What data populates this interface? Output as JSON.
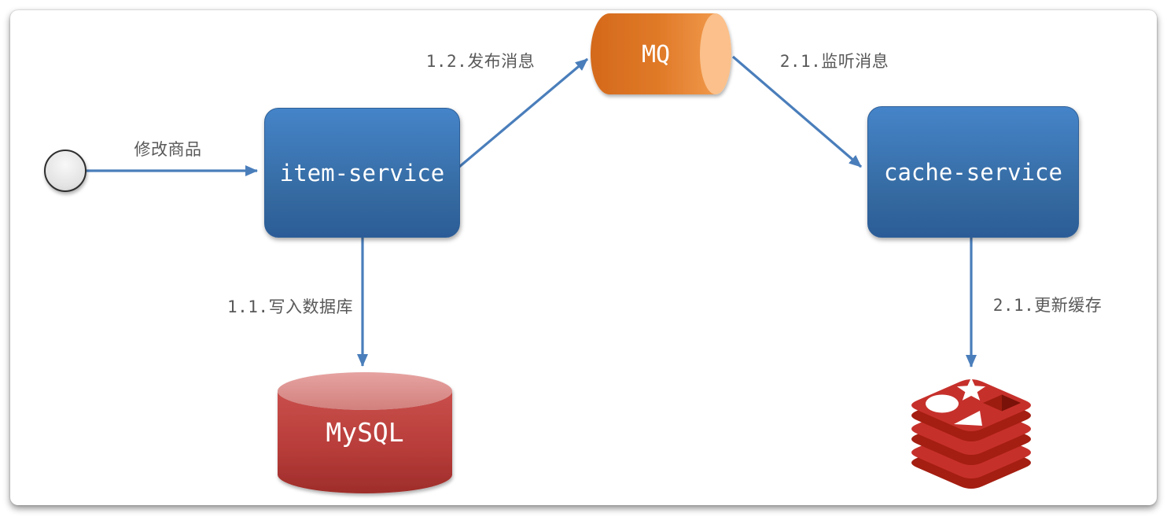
{
  "diagram": {
    "type": "architecture-flow",
    "nodes": {
      "actor": {
        "kind": "start-circle"
      },
      "item_service": {
        "label": "item-service",
        "kind": "service-box"
      },
      "mq": {
        "label": "MQ",
        "kind": "queue-cylinder"
      },
      "cache_service": {
        "label": "cache-service",
        "kind": "service-box"
      },
      "mysql": {
        "label": "MySQL",
        "kind": "database-cylinder"
      },
      "redis": {
        "kind": "redis-logo"
      }
    },
    "edges": [
      {
        "from": "actor",
        "to": "item-service",
        "label": "修改商品"
      },
      {
        "from": "item-service",
        "to": "MQ",
        "label": "1.2.发布消息"
      },
      {
        "from": "MQ",
        "to": "cache-service",
        "label": "2.1.监听消息"
      },
      {
        "from": "item-service",
        "to": "MySQL",
        "label": "1.1.写入数据库"
      },
      {
        "from": "cache-service",
        "to": "Redis",
        "label": "2.1.更新缓存"
      }
    ],
    "colors": {
      "service_box_top": "#4584c9",
      "service_box_bottom": "#2b5c97",
      "arrow": "#4a7ebb",
      "label_text": "#595959",
      "mq_body_left": "#d4691c",
      "mq_body_right": "#f0984a",
      "mq_cap": "#fbc08b",
      "mysql_body_top": "#c94f4b",
      "mysql_body_bottom": "#9e2d2a",
      "mysql_top_ellipse": "#dd908e",
      "redis_bright": "#c6302b",
      "redis_dark": "#a41e11",
      "actor_fill": "#e6e6e6",
      "actor_border": "#2f2f2f",
      "canvas_background": "#ffffff"
    }
  }
}
